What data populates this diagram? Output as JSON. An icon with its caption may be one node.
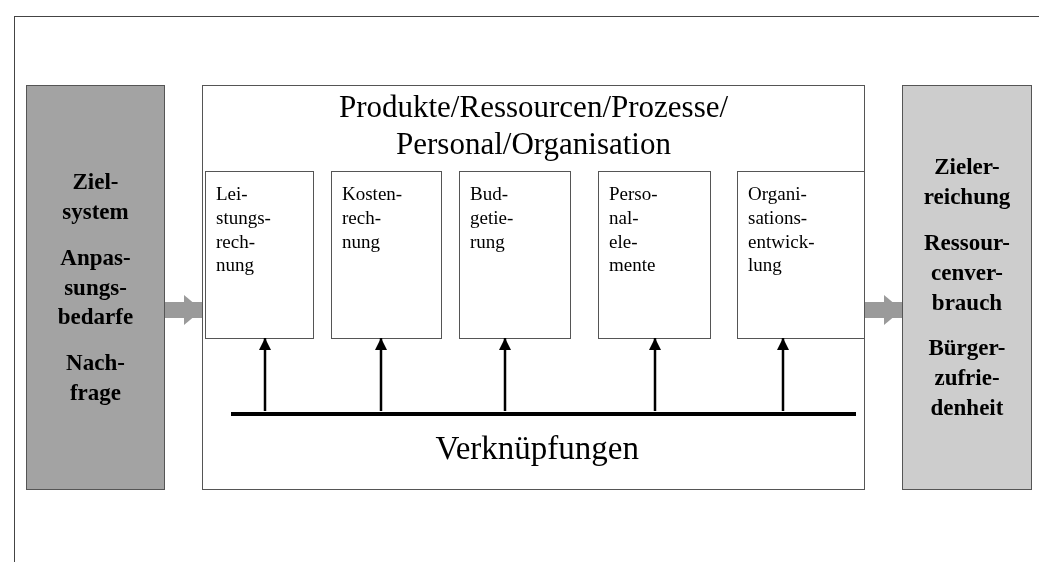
{
  "diagram": {
    "nodes": [
      {
        "text": [
          "Ziel- system",
          "Anpas- sungs- bedarfe",
          "Nach- frage"
        ]
      },
      {
        "text": [
          "Produkte/Ressourcen/Prozesse/ Personal/Organisation"
        ]
      },
      {
        "text": [
          "Lei- stungs- rech- nung"
        ],
        "in": 1
      },
      {
        "text": [
          "Kosten- rech- nung"
        ],
        "in": 1
      },
      {
        "text": [
          "Bud- getie- rung"
        ],
        "in": 1
      },
      {
        "text": [
          "Perso- nal- ele- mente"
        ],
        "in": 1
      },
      {
        "text": [
          "Organi- sations- entwick- lung"
        ],
        "in": 1
      },
      {
        "text": [],
        "shape": "bar",
        "in": 1,
        "beside": [
          "Verknüpfungen"
        ]
      },
      {
        "text": [
          "Zieler- reichung",
          "Ressour- cenver- brauch",
          "Bürger- zufrie- denheit"
        ]
      }
    ],
    "edges": [
      {
        "from": 0,
        "to": 1,
        "arrow": "to",
        "style": "thick",
        "color": "#9a9a9a"
      },
      {
        "from": 1,
        "to": 8,
        "arrow": "to",
        "style": "thick",
        "color": "#9a9a9a"
      },
      {
        "from": 7,
        "to": 2,
        "arrow": "to"
      },
      {
        "from": 7,
        "to": 3,
        "arrow": "to"
      },
      {
        "from": 7,
        "to": 4,
        "arrow": "to"
      },
      {
        "from": 7,
        "to": 5,
        "arrow": "to"
      },
      {
        "from": 7,
        "to": 6,
        "arrow": "to"
      }
    ]
  }
}
